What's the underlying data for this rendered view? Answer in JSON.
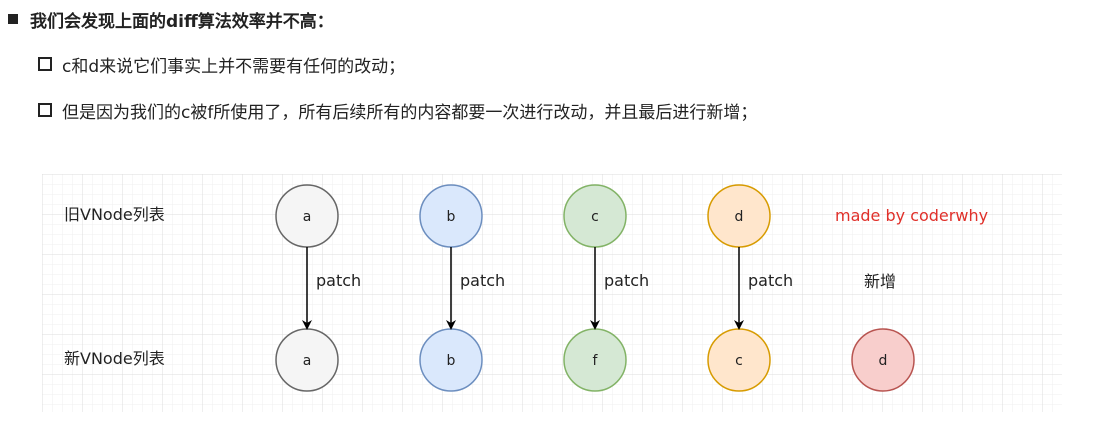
{
  "heading": {
    "text": "我们会发现上面的diff算法效率并不高："
  },
  "bullets": [
    "c和d来说它们事实上并不需要有任何的改动；",
    "但是因为我们的c被f所使用了，所有后续所有的内容都要一次进行改动，并且最后进行新增；"
  ],
  "diagram": {
    "old_row_label": "旧VNode列表",
    "new_row_label": "新VNode列表",
    "watermark": "made by coderwhy",
    "new_label": "新增",
    "patch_label": "patch",
    "old_nodes": [
      {
        "label": "a",
        "fill": "#f5f5f5",
        "stroke": "#666666"
      },
      {
        "label": "b",
        "fill": "#dae8fc",
        "stroke": "#6c8ebf"
      },
      {
        "label": "c",
        "fill": "#d5e8d4",
        "stroke": "#82b366"
      },
      {
        "label": "d",
        "fill": "#ffe6cc",
        "stroke": "#d79b00"
      }
    ],
    "new_nodes": [
      {
        "label": "a",
        "fill": "#f5f5f5",
        "stroke": "#666666"
      },
      {
        "label": "b",
        "fill": "#dae8fc",
        "stroke": "#6c8ebf"
      },
      {
        "label": "f",
        "fill": "#d5e8d4",
        "stroke": "#82b366"
      },
      {
        "label": "c",
        "fill": "#ffe6cc",
        "stroke": "#d79b00"
      },
      {
        "label": "d",
        "fill": "#f8cecc",
        "stroke": "#b85450"
      }
    ],
    "colors": {
      "grid": "#e6e6e6",
      "arrow": "#000000",
      "watermark": "#e0302a"
    }
  }
}
